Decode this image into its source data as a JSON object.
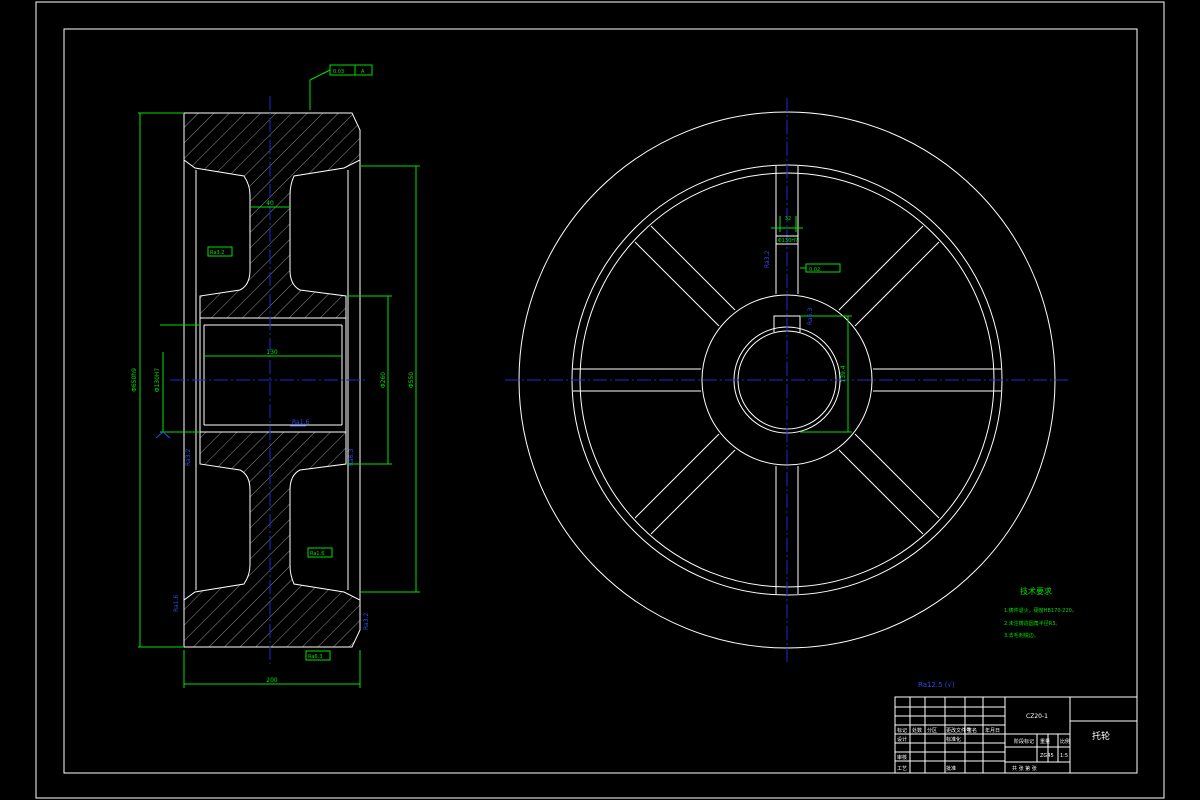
{
  "drawing": {
    "tech_title": "技术要求",
    "tech_notes": [
      "1.铸件退火，硬度HB170-220。",
      "2.未注铸造圆角半径R3。",
      "3.去毛刺锐边。"
    ],
    "roughness_general": "Ra12.5 (√)",
    "colors": {
      "outline": "#ffffff",
      "dimension": "#00e000",
      "centerline": "#1a2bd0",
      "background": "#000000"
    }
  },
  "dims": {
    "hub_width": "130",
    "overall_width": "200",
    "web_thickness": "40",
    "rim_inner_dia": "Φ550",
    "hub_outer_dia": "Φ260",
    "bore_dia": "Φ130",
    "outer_dia": "Φ650h9",
    "keyway_width": "32",
    "keyway_depth": "139.4",
    "bore_tol": "Φ130H7",
    "ref_ra_1": "Ra1.6",
    "ref_ra_2": "Ra3.2",
    "ref_ra_3": "Ra6.3",
    "flag_1": "Ra3.2",
    "flag_2": "Ra1.6",
    "flag_3": "Ra6.3",
    "flag_4": "Ra1.6",
    "datum_a": "A",
    "runout": "0.03",
    "runout_key": "0.02"
  },
  "title_block": {
    "part_code": "CZ20-1",
    "part_name": "托轮",
    "material": "ZG45",
    "scale": "1:5",
    "row_labels": [
      "标记",
      "处数",
      "分区",
      "更改文件号",
      "签名",
      "年月日"
    ],
    "designer": "设计",
    "standard": "标准化",
    "checker": "审核",
    "process": "工艺",
    "approve": "批准",
    "stage": "阶段标记",
    "weight": "重量",
    "ratio": "比例",
    "sheet": "共 张 第 张"
  }
}
